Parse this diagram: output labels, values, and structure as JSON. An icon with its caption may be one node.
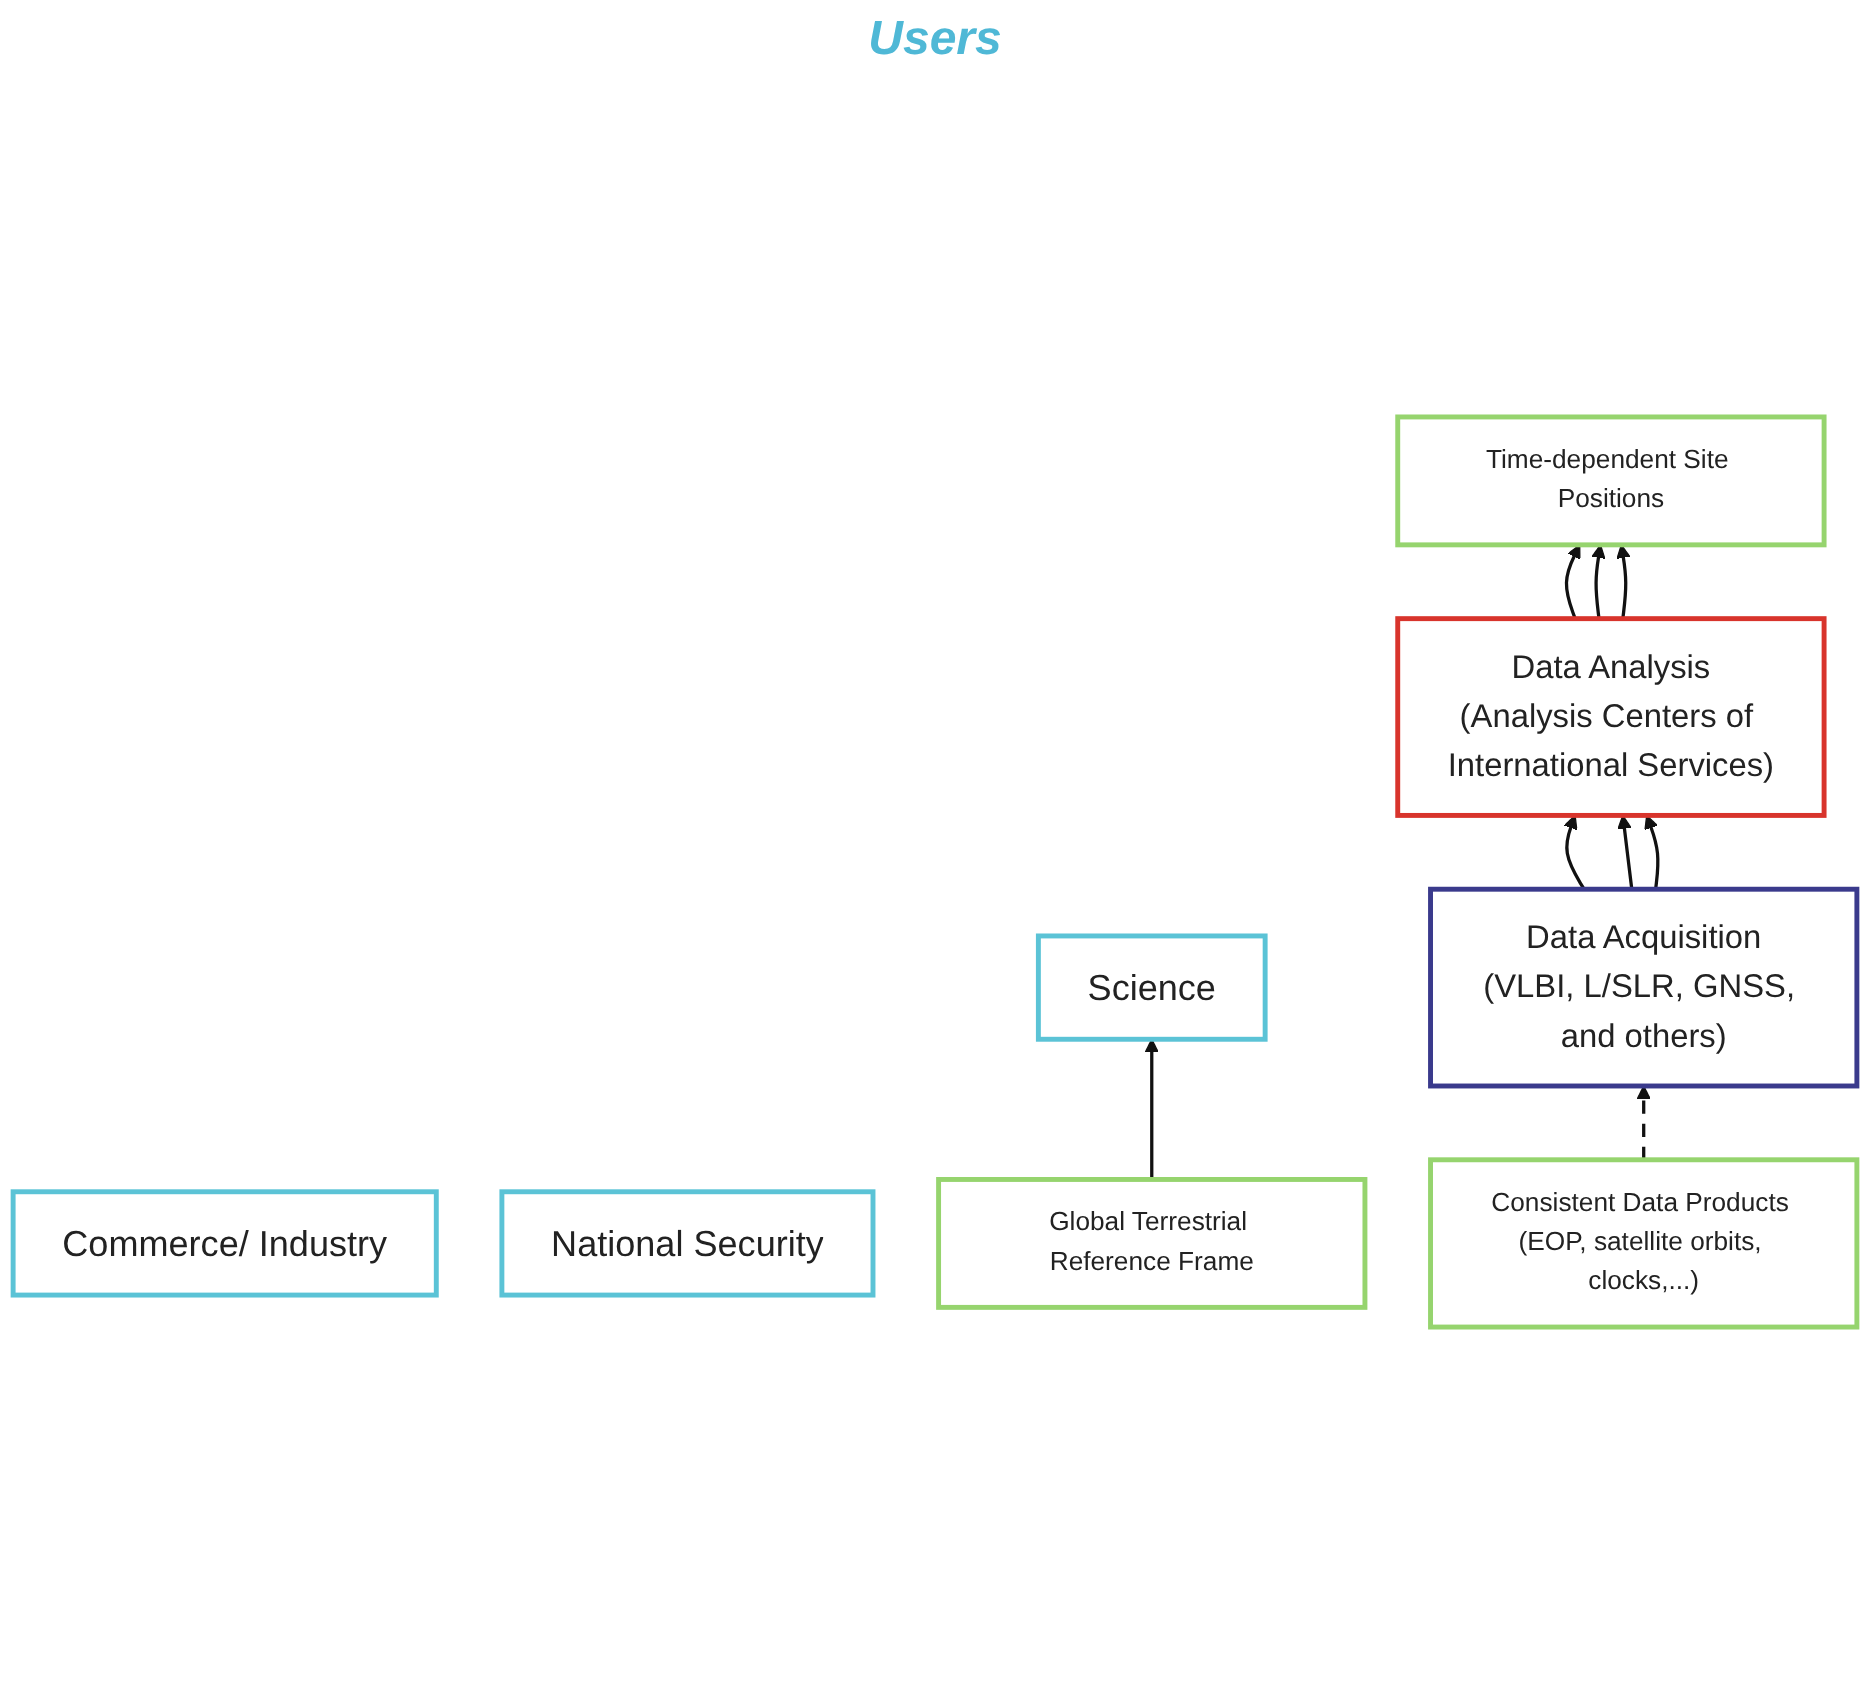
{
  "diagram": {
    "title": "Users",
    "nodes": [
      {
        "text": [
          "Commerce/ Industry"
        ]
      },
      {
        "text": [
          "Science"
        ]
      },
      {
        "text": [
          "National Security"
        ]
      },
      {
        "text": [
          "Global Terrestrial Reference Frame"
        ]
      },
      {
        "text": [
          "Consistent Data Products (EOP, satellite orbits, clocks,...)"
        ]
      },
      {
        "text": [
          "Time-dependent Site Positions"
        ]
      },
      {
        "text": [
          "Data Analysis",
          "(Analysis Centers of International Services)"
        ]
      },
      {
        "text": [
          "Data Acquisition",
          "(VLBI, L/SLR, GNSS, and others)"
        ]
      }
    ],
    "edges": [
      {
        "from": 3,
        "to": 1,
        "arrow": "to"
      },
      {
        "from": 6,
        "to": 5,
        "arrow": "to"
      },
      {
        "from": 6,
        "to": 5,
        "arrow": "to"
      },
      {
        "from": 6,
        "to": 5,
        "arrow": "to"
      },
      {
        "from": 7,
        "to": 6,
        "arrow": "to"
      },
      {
        "from": 7,
        "to": 6,
        "arrow": "to"
      },
      {
        "from": 7,
        "to": 6,
        "arrow": "to"
      },
      {
        "from": 4,
        "to": 7,
        "arrow": "to",
        "style": "dashed"
      }
    ]
  }
}
